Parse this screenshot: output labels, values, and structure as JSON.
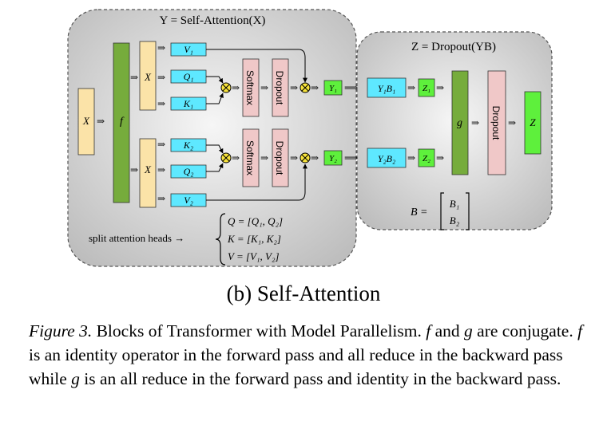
{
  "panel_left": {
    "title": "Y = Self-Attention(X)",
    "input_x": "X",
    "op_f": "f",
    "x_top": "X",
    "x_bottom": "X",
    "v1": "V₁",
    "q1": "Q₁",
    "k1": "K₁",
    "k2": "K₂",
    "q2": "Q₂",
    "v2": "V₂",
    "softmax": "Softmax",
    "dropout": "Dropout",
    "y1": "Y₁",
    "y2": "Y₂",
    "split_label": "split attention heads →",
    "eq_q": "Q = [Q₁, Q₂]",
    "eq_k": "K = [K₁, K₂]",
    "eq_v": "V = [V₁, V₂]"
  },
  "panel_right": {
    "title": "Z = Dropout(YB)",
    "y1b1": "Y₁B₁",
    "y2b2": "Y₂B₂",
    "z1": "Z₁",
    "z2": "Z₂",
    "op_g": "g",
    "dropout": "Dropout",
    "z": "Z",
    "b_eq": "B =",
    "b1": "B₁",
    "b2": "B₂"
  },
  "subcaption": "(b) Self-Attention",
  "caption": {
    "figure_label": "Figure 3.",
    "text_1": " Blocks of Transformer with Model Parallelism. ",
    "f": "f",
    "text_2": " and ",
    "g": "g",
    "text_3": " are conjugate. ",
    "f2": "f",
    "text_4": " is an identity operator in the forward pass and all reduce in the backward pass while ",
    "g2": "g",
    "text_5": " is an all reduce in the forward pass and identity in the backward pass."
  },
  "colors": {
    "tan": "#fbe3a8",
    "green_dark": "#76ac3c",
    "green_light": "#5ef03c",
    "cyan": "#5ee8ff",
    "pink": "#f0c8c8",
    "yellow_mul": "#f7e33c",
    "panel_grad_center": "#f4f4f4",
    "panel_grad_edge": "#bdbdbd"
  }
}
